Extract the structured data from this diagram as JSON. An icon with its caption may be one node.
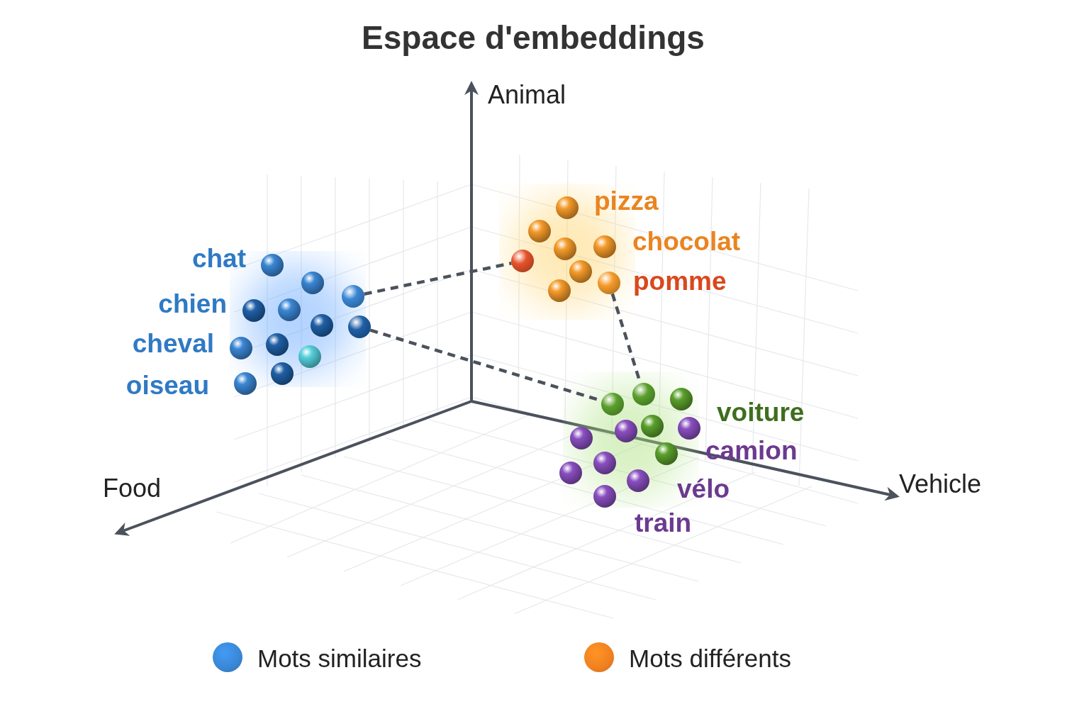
{
  "diagram": {
    "title": "Espace d'embeddings",
    "nodes": [
      {
        "text": [],
        "shape": "circle"
      },
      {
        "text": [],
        "shape": "circle"
      },
      {
        "text": [],
        "shape": "circle"
      },
      {
        "text": [],
        "shape": "circle"
      },
      {
        "text": [],
        "shape": "circle"
      },
      {
        "text": [],
        "shape": "circle"
      }
    ],
    "edges": [
      {
        "from": 0,
        "to": 1,
        "arrow": "none",
        "style": "dashed"
      },
      {
        "from": 2,
        "to": 3,
        "arrow": "none",
        "style": "dashed"
      },
      {
        "from": 4,
        "to": 5,
        "arrow": "none",
        "style": "dashed"
      }
    ],
    "labels": [
      "Animal",
      "chat",
      "chien",
      "cheval",
      "oiseau",
      "pizza",
      "chocolat",
      "pomme",
      "Food",
      "voiture",
      "camion",
      "Vehicle",
      "vélo",
      "train"
    ],
    "legend": [
      {
        "text": "Mots similaires",
        "color": "#3a86d4"
      },
      {
        "text": "Mots différents",
        "color": "#f08020"
      }
    ]
  }
}
